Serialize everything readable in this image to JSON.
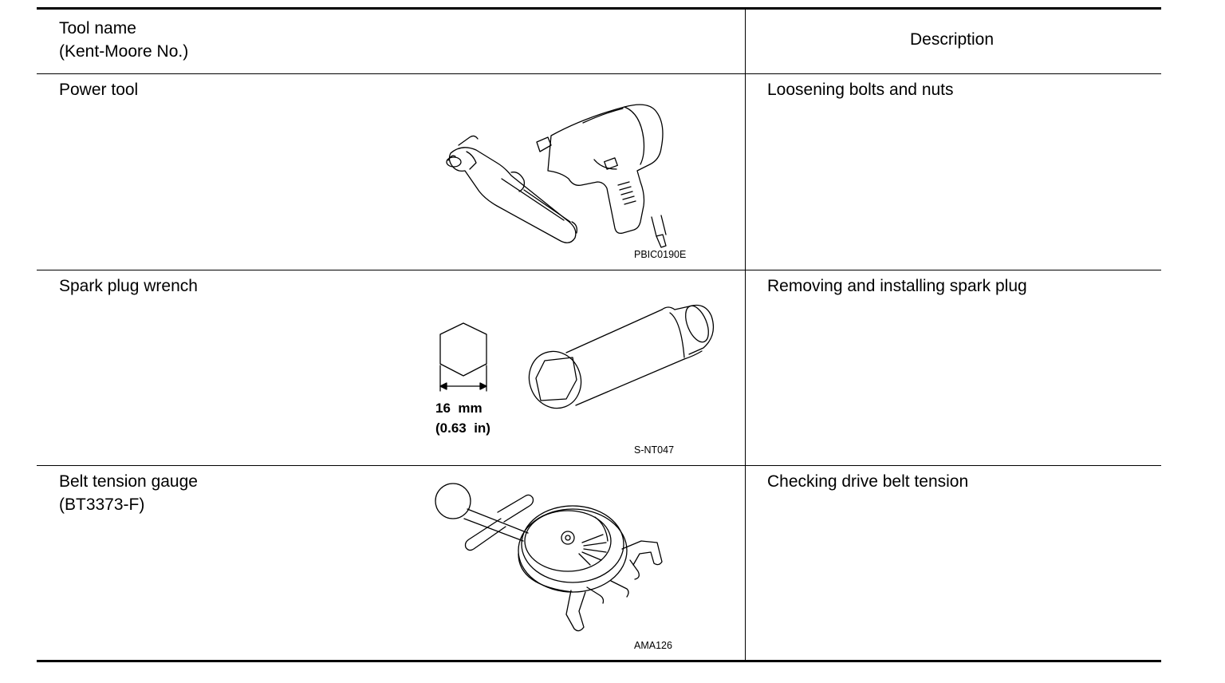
{
  "table": {
    "header": {
      "tool_name_line1": "Tool name",
      "tool_name_line2": "(Kent-Moore No.)",
      "description": "Description"
    },
    "rows": [
      {
        "tool_name": "Power tool",
        "tool_number": "",
        "figure_code": "PBIC0190E",
        "description": "Loosening bolts and nuts",
        "icon": "air-ratchet-and-impact-wrench-illustration"
      },
      {
        "tool_name": "Spark plug wrench",
        "tool_number": "",
        "figure_code": "S-NT047",
        "dimension_line1": "16  mm",
        "dimension_line2": "(0.63  in)",
        "description": "Removing and installing spark plug",
        "icon": "spark-plug-socket-illustration"
      },
      {
        "tool_name": "Belt tension gauge",
        "tool_number": "(BT3373-F)",
        "figure_code": "AMA126",
        "description": "Checking drive belt tension",
        "icon": "belt-tension-gauge-illustration"
      }
    ]
  }
}
